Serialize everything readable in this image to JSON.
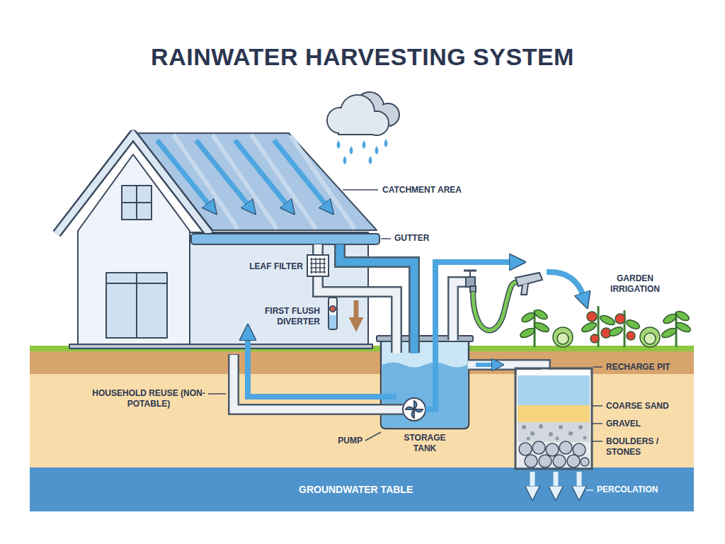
{
  "diagram": {
    "title": "RAINWATER HARVESTING SYSTEM",
    "nodes": [
      {
        "text": [
          "GROUNDWATER TABLE"
        ]
      }
    ],
    "labels": [
      "CATCHMENT AREA",
      "GUTTER",
      "LEAF FILTER",
      "FIRST FLUSH DIVERTER",
      "GARDEN IRRIGATION",
      "RECHARGE PIT",
      "COARSE SAND",
      "GRAVEL",
      "BOULDERS / STONES",
      "HOUSEHOLD REUSE (NON-POTABLE)",
      "PUMP",
      "STORAGE TANK",
      "PERCOLATION"
    ]
  }
}
